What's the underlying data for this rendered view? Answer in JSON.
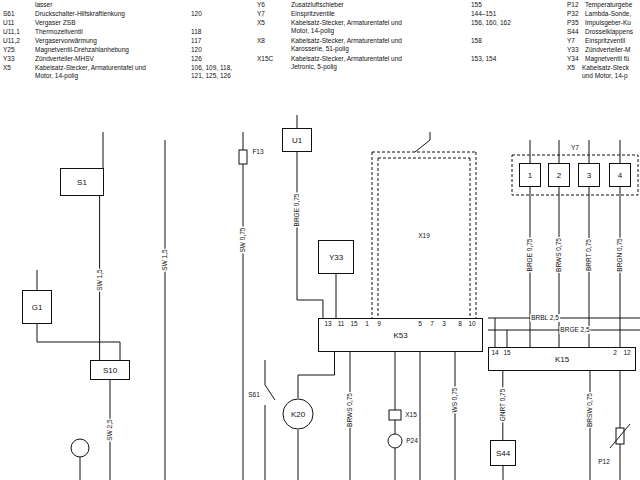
{
  "diagram": {
    "nodes": [
      {
        "text": [
          "S1"
        ]
      },
      {
        "text": [
          "G1"
        ]
      },
      {
        "text": [
          "S10"
        ]
      },
      {
        "text": [
          "U1"
        ]
      },
      {
        "text": [
          "Y33"
        ]
      },
      {
        "text": [
          "K53"
        ]
      },
      {
        "text": [
          "K20"
        ]
      },
      {
        "text": [
          "1"
        ]
      },
      {
        "text": [
          "2"
        ]
      },
      {
        "text": [
          "3"
        ]
      },
      {
        "text": [
          "4"
        ]
      },
      {
        "text": [
          "K15"
        ]
      },
      {
        "text": [
          "S44"
        ]
      }
    ],
    "edges": [
      {
        "from": 0,
        "to": 2,
        "arrow": "none"
      },
      {
        "from": 3,
        "to": 5,
        "arrow": "none"
      },
      {
        "from": 4,
        "to": 5,
        "arrow": "none"
      },
      {
        "from": 5,
        "to": 6,
        "arrow": "none"
      },
      {
        "from": 7,
        "to": 11,
        "arrow": "none"
      },
      {
        "from": 8,
        "to": 11,
        "arrow": "none"
      },
      {
        "from": 9,
        "to": 11,
        "arrow": "none"
      },
      {
        "from": 10,
        "to": 11,
        "arrow": "none"
      },
      {
        "from": 11,
        "to": 12,
        "arrow": "none"
      },
      {
        "from": 1,
        "to": 2,
        "arrow": "none"
      }
    ],
    "labels": [
      "lasser",
      "S61",
      "Druckschalter-Hilfskraftlenkung",
      "120",
      "U11",
      "Vergaser ZSB",
      "U11,1",
      "Thermozeitventil",
      "118",
      "U11,2",
      "Vergaservorwärmung",
      "117",
      "Y25",
      "Magnetventil-Drehzahlanhebung",
      "120",
      "Y33",
      "Zündverteiler-MHSV",
      "126",
      "X5",
      "Kabelsatz-Stecker, Armaturentafel und Motor, 14-polig",
      "106, 109, 118, 121, 125, 126",
      "Y6",
      "Zusatzluftschieber",
      "155",
      "Y7",
      "Einspritzventile",
      "144–151",
      "X5",
      "Kabelsatz-Stecker, Armaturentafel und Motor, 14-polig",
      "156, 160, 162",
      "X8",
      "Kabelsatz-Stecker, Armaturentafel und Karosserie, 51-polig",
      "158",
      "X15C",
      "Kabelsatz-Stecker, Armaturentafel und Jetronic, 5-polig",
      "153, 154",
      "P12",
      "Temperaturgebe",
      "P32",
      "Lambda-Sonde,",
      "P35",
      "Impulsgeber-Ku",
      "S44",
      "Drosselklappens",
      "Y7",
      "Einspritzventil",
      "Y33",
      "Zündverteiler-M",
      "Y34",
      "Magnetventil fü",
      "X5",
      "Kabelsatz-Steck und Motor, 14-p",
      "F13",
      "SW 1,5",
      "SW 2,5",
      "SW 1,5",
      "SW 0,75",
      "BRGE 0,75",
      "X19",
      "Y7",
      "BRBL 2,5",
      "BRGE 2,5",
      "BRGE 0,75",
      "BRWS 0,75",
      "BRRT 0,75",
      "BRGN 0,75",
      "13",
      "11",
      "15",
      "1",
      "9",
      "5",
      "7",
      "3",
      "8",
      "10",
      "14",
      "15",
      "2",
      "12",
      "BRWS 0,75",
      "WS 0,75",
      "S61",
      "X15",
      "P24",
      "GNRT 0,75",
      "BRSW 0,75",
      "P12"
    ]
  }
}
